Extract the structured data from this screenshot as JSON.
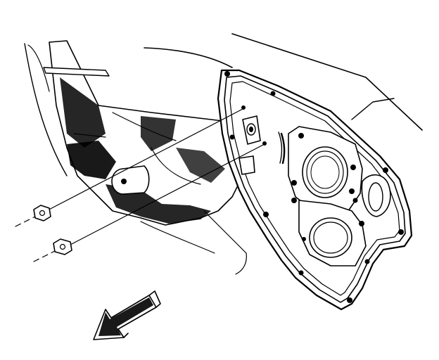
{
  "diagram": {
    "colors": {
      "line": "#000000",
      "background": "#ffffff"
    },
    "parts": [
      "door-outer-panel",
      "door-trim-panel",
      "door-module-panel",
      "speaker-opening-upper",
      "speaker-opening-lower",
      "window-regulator-motor",
      "mounting-nut-upper",
      "mounting-nut-lower",
      "direction-arrow"
    ]
  }
}
